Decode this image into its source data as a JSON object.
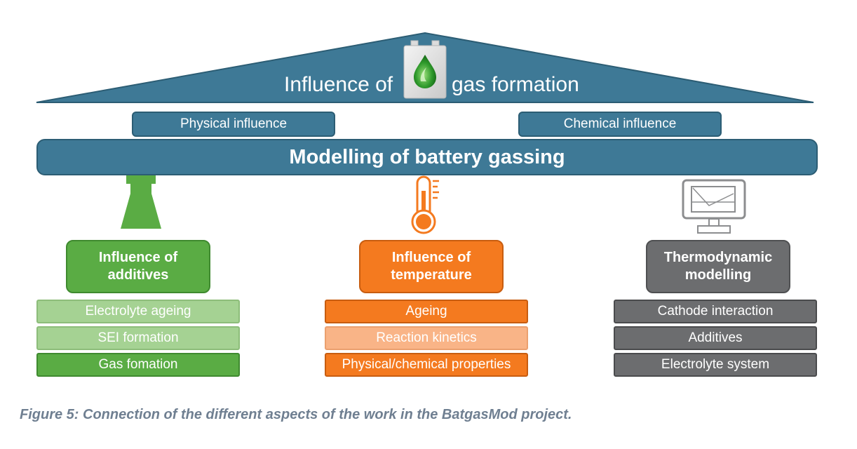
{
  "roof": {
    "title_left": "Influence of",
    "title_right": "gas formation"
  },
  "influences": {
    "physical": "Physical influence",
    "chemical": "Chemical influence"
  },
  "main_bar": "Modelling of battery gassing",
  "columns": [
    {
      "icon": "flask-icon",
      "title": "Influence of additives",
      "items": [
        "Electrolyte ageing",
        "SEI formation",
        "Gas fomation"
      ]
    },
    {
      "icon": "thermometer-icon",
      "title": "Influence of temperature",
      "items": [
        "Ageing",
        "Reaction kinetics",
        "Physical/chemical properties"
      ]
    },
    {
      "icon": "computer-monitor-icon",
      "title": "Thermodynamic modelling",
      "items": [
        "Cathode interaction",
        "Additives",
        "Electrolyte system"
      ]
    }
  ],
  "caption": "Figure 5: Connection of the different aspects of the work in the BatgasMod project.",
  "colors": {
    "blue": "#3e7996",
    "green": "#5aac44",
    "green_light": "#a5d293",
    "orange": "#f47a1f",
    "orange_light": "#f9b487",
    "gray": "#6c6d6f"
  }
}
